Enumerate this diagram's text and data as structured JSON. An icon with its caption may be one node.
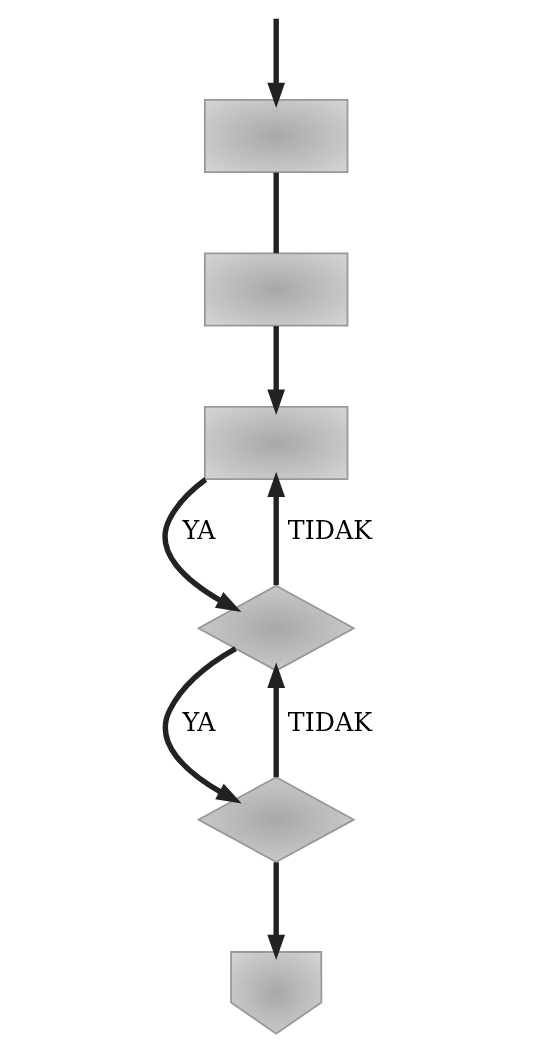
{
  "diagram": {
    "nodes": [
      {
        "text": [],
        "shape": "box"
      },
      {
        "text": [],
        "shape": "box"
      },
      {
        "text": [],
        "shape": "box"
      },
      {
        "text": [],
        "shape": "diamond"
      },
      {
        "text": [],
        "shape": "diamond"
      },
      {
        "text": [],
        "shape": "pentagon"
      }
    ],
    "edges": [
      {
        "from": null,
        "to": 0,
        "arrow": "to"
      },
      {
        "from": 0,
        "to": 1,
        "arrow": "none"
      },
      {
        "from": 1,
        "to": 2,
        "arrow": "to"
      },
      {
        "from": 2,
        "to": 3,
        "arrow": "to",
        "label": "YA"
      },
      {
        "from": 3,
        "to": 2,
        "arrow": "to",
        "label": "TIDAK"
      },
      {
        "from": 3,
        "to": 4,
        "arrow": "to",
        "label": "YA"
      },
      {
        "from": 4,
        "to": 3,
        "arrow": "to",
        "label": "TIDAK"
      },
      {
        "from": 4,
        "to": 5,
        "arrow": "to"
      }
    ]
  }
}
